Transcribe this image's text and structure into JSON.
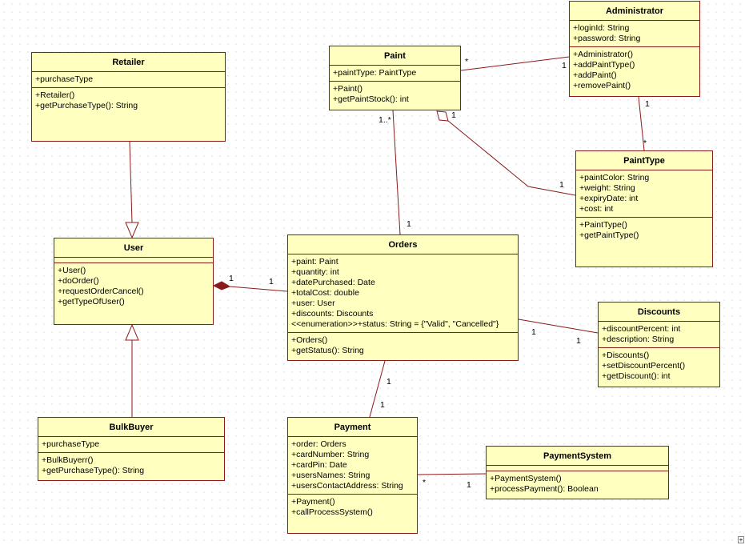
{
  "classes": {
    "retailer": {
      "name": "Retailer",
      "attributes": [
        "+purchaseType"
      ],
      "operations": [
        "+Retailer()",
        "+getPurchaseType(): String"
      ]
    },
    "user": {
      "name": "User",
      "attributes": [],
      "operations": [
        "+User()",
        "+doOrder()",
        "+requestOrderCancel()",
        "+getTypeOfUser()"
      ]
    },
    "bulkbuyer": {
      "name": "BulkBuyer",
      "attributes": [
        "+purchaseType"
      ],
      "operations": [
        "+BulkBuyerr()",
        "+getPurchaseType(): String"
      ]
    },
    "paint": {
      "name": "Paint",
      "attributes": [
        "+paintType: PaintType"
      ],
      "operations": [
        "+Paint()",
        "+getPaintStock(): int"
      ]
    },
    "administrator": {
      "name": "Administrator",
      "attributes": [
        "+loginId: String",
        "+password: String"
      ],
      "operations": [
        "+Administrator()",
        "+addPaintType()",
        "+addPaint()",
        "+removePaint()"
      ]
    },
    "painttype": {
      "name": "PaintType",
      "attributes": [
        "+paintColor: String",
        "+weight: String",
        "+expiryDate: int",
        "+cost: int"
      ],
      "operations": [
        "+PaintType()",
        "+getPaintType()"
      ]
    },
    "orders": {
      "name": "Orders",
      "attributes": [
        "+paint: Paint",
        "+quantity: int",
        "+datePurchased: Date",
        "+totalCost: double",
        "+user: User",
        "+discounts: Discounts",
        "<<enumeration>>+status: String = {\"Valid\", \"Cancelled\"}"
      ],
      "operations": [
        "+Orders()",
        "+getStatus(): String"
      ]
    },
    "discounts": {
      "name": "Discounts",
      "attributes": [
        "+discountPercent: int",
        "+description: String"
      ],
      "operations": [
        "+Discounts()",
        "+setDiscountPercent()",
        "+getDiscount(): int"
      ]
    },
    "payment": {
      "name": "Payment",
      "attributes": [
        "+order: Orders",
        "+cardNumber: String",
        "+cardPin: Date",
        "+usersNames: String",
        "+usersContactAddress: String"
      ],
      "operations": [
        "+Payment()",
        "+callProcessSystem()"
      ]
    },
    "paymentsystem": {
      "name": "PaymentSystem",
      "attributes": [],
      "operations": [
        "+PaymentSystem()",
        "+processPayment(): Boolean"
      ]
    }
  },
  "multiplicities": {
    "paint_admin_paint": "*",
    "paint_admin_admin": "1",
    "admin_painttype_admin": "1",
    "admin_painttype_painttype": "*",
    "paint_painttype_paint": "1",
    "paint_painttype_painttype": "1",
    "paint_orders_paint": "1..*",
    "paint_orders_orders": "1",
    "user_orders_user": "1",
    "user_orders_orders": "1",
    "orders_discounts_orders": "1",
    "orders_discounts_discounts": "1",
    "orders_payment_orders": "1",
    "orders_payment_payment": "1",
    "payment_paymentsystem_payment": "*",
    "payment_paymentsystem_paymentsystem": "1"
  },
  "corner_glyph": "+"
}
